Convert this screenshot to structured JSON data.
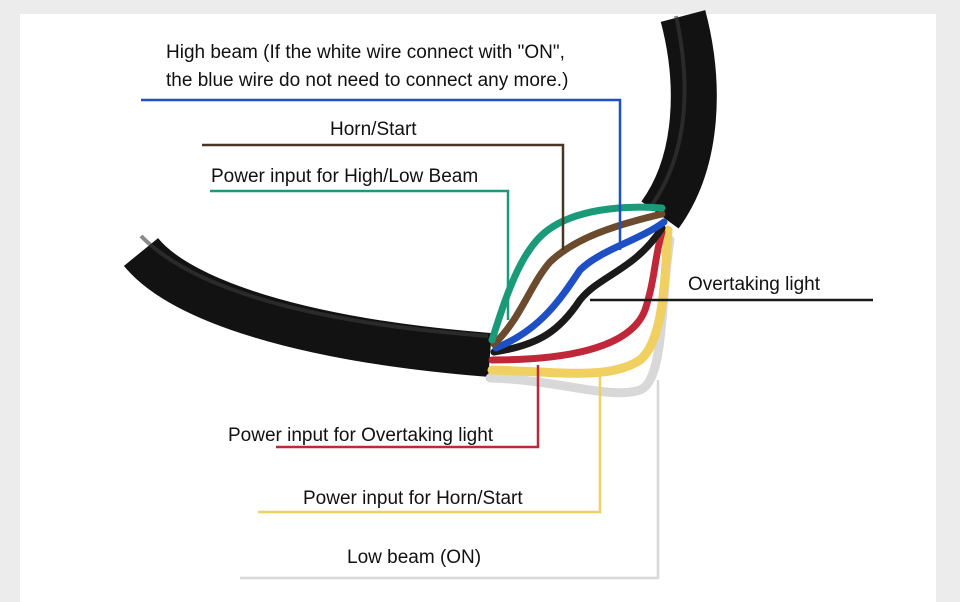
{
  "labels": {
    "high_beam_line1": "High beam (If the white wire connect with \"ON\",",
    "high_beam_line2": "the blue wire do not need to connect any more.)",
    "horn_start": "Horn/Start",
    "power_beam": "Power input for High/Low Beam",
    "overtaking": "Overtaking light",
    "power_overtaking": "Power input for Overtaking light",
    "power_horn": "Power input for Horn/Start",
    "low_beam": "Low beam (ON)"
  },
  "wire_colors": {
    "high_beam": "#1f4fc4",
    "horn_start": "#4a3424",
    "power_beam": "#1a9a78",
    "overtaking": "#1a1a1a",
    "power_overtaking": "#c0283a",
    "power_horn": "#f0d060",
    "low_beam": "#d8d8d8",
    "cable": "#121212"
  },
  "icons": {
    "cable": "cable-icon"
  }
}
